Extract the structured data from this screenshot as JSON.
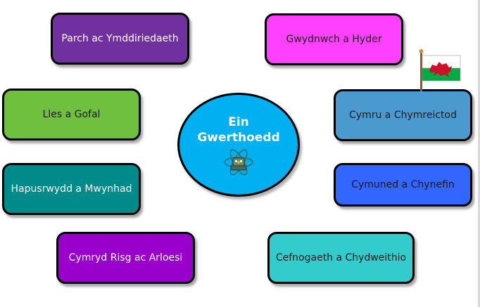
{
  "center": {
    "title": "Ein\nGwerthoedd"
  },
  "boxes": [
    {
      "label": "Parch ac Ymddiriedaeth",
      "color": "#7030a0",
      "text_color": "#ffffff"
    },
    {
      "label": "Gwydnwch a Hyder",
      "color": "#ff40ff",
      "text_color": "#1a1a1a"
    },
    {
      "label": "Lles a Gofal",
      "color": "#70c040",
      "text_color": "#1a1a1a"
    },
    {
      "label": "Cymru a Chymreictod",
      "color": "#4a9ad0",
      "text_color": "#1a1a1a"
    },
    {
      "label": "Hapusrwydd a Mwynhad",
      "color": "#008b8b",
      "text_color": "#ffffff"
    },
    {
      "label": "Cymuned a Chynefin",
      "color": "#3366ff",
      "text_color": "#1a1a1a"
    },
    {
      "label": "Cymryd Risg ac Arloesi",
      "color": "#9900cc",
      "text_color": "#ffffff"
    },
    {
      "label": "Cefnogaeth a Chydweithio",
      "color": "#33cccc",
      "text_color": "#1a1a1a"
    }
  ],
  "icons": {
    "center_icon": "atom-robot-icon",
    "flag": "welsh-flag-icon"
  }
}
